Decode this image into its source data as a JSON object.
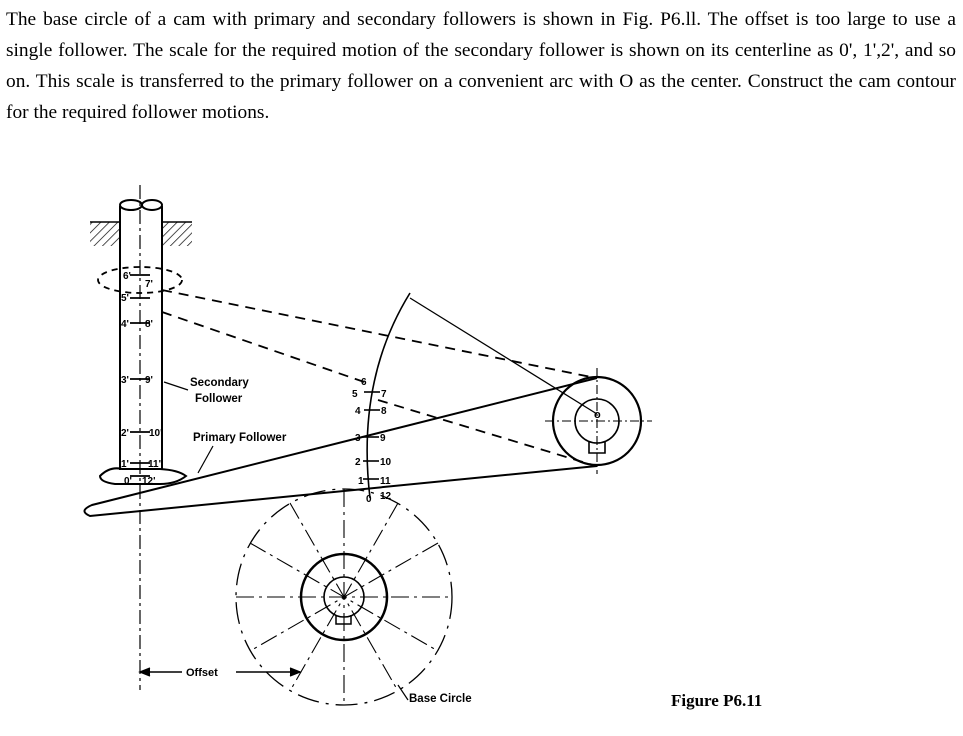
{
  "problem": {
    "text": "The base circle of a cam with primary and secondary followers is shown in Fig. P6.ll. The offset is too large to use a single follower. The scale for the required motion of the secondary follower is shown on its centerline as 0', 1',2', and so on. This scale is transferred to the primary follower on a convenient arc with O as the center. Construct the cam contour for the required follower motions."
  },
  "figure": {
    "caption": "Figure P6.11",
    "labels": {
      "secondary_follower": [
        "Secondary",
        "Follower"
      ],
      "primary_follower": "Primary Follower",
      "offset": "Offset",
      "base_circle": "Base Circle",
      "pivot": "o"
    },
    "secondary_scale_left": [
      "6'",
      "5'",
      "4'",
      "3'",
      "2'",
      "1'",
      "0'"
    ],
    "secondary_scale_right": [
      "7'",
      "8'",
      "9'",
      "10'",
      "11'",
      "12'"
    ],
    "arc_scale_left": [
      "6",
      "5",
      "4",
      "3",
      "2",
      "1",
      "0"
    ],
    "arc_scale_right": [
      "7",
      "8",
      "9",
      "10",
      "11",
      "12"
    ]
  }
}
